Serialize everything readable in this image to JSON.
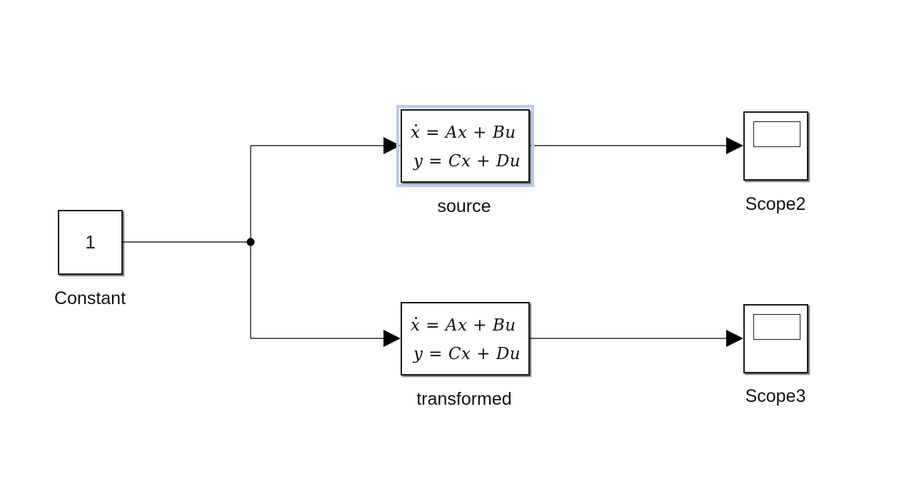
{
  "blocks": {
    "constant": {
      "value": "1",
      "label": "Constant"
    },
    "source": {
      "eq1": {
        "lhs": "x",
        "rhs": "= Ax + Bu"
      },
      "eq2": "y = Cx + Du",
      "label": "source",
      "selected": true
    },
    "transformed": {
      "eq1": {
        "lhs": "x",
        "rhs": "= Ax + Bu"
      },
      "eq2": "y = Cx + Du",
      "label": "transformed",
      "selected": false
    },
    "scope2": {
      "label": "Scope2"
    },
    "scope3": {
      "label": "Scope3"
    }
  },
  "colors": {
    "wire": "#000000",
    "block_border": "#1a1a1a",
    "selection_halo": "#b9cdeb"
  }
}
